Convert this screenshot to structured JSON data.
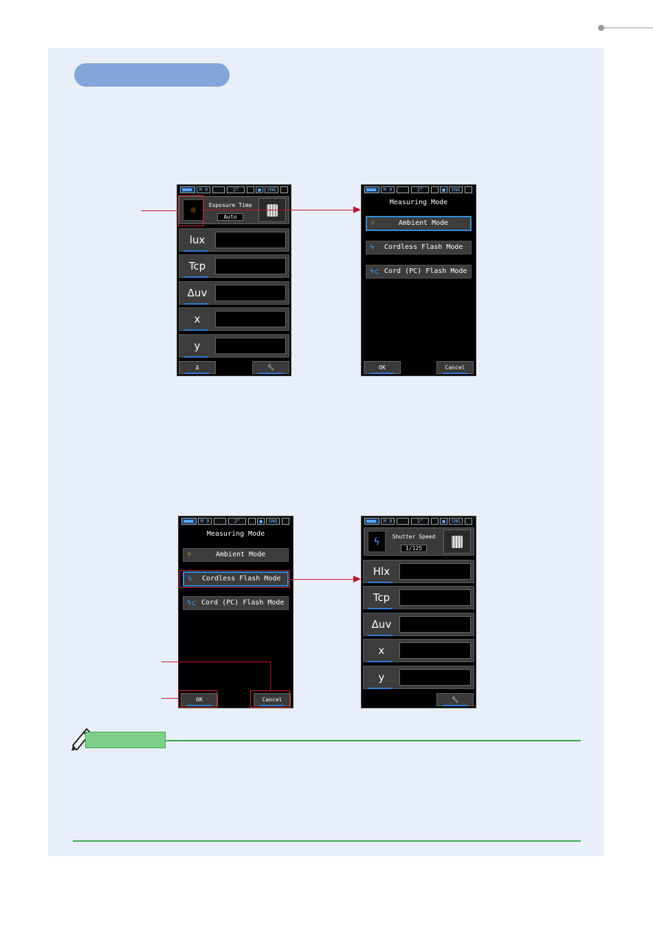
{
  "status_bar": {
    "memory": "M 0",
    "angle": "2°",
    "sync": "SNG"
  },
  "screen_ambient": {
    "param_label": "Exposure Time",
    "param_value": "Auto",
    "rows": [
      "lux",
      "Tcp",
      "Δuv",
      "x",
      "y"
    ],
    "bottom_left_icon": "Δ",
    "bottom_right_icon": "wrench-icon"
  },
  "screen_flash": {
    "param_label": "Shutter Speed",
    "param_value": "1/125",
    "rows": [
      "Hlx",
      "Tcp",
      "Δuv",
      "x",
      "y"
    ],
    "bottom_right_icon": "wrench-icon"
  },
  "measuring_menu": {
    "title": "Measuring Mode",
    "items": [
      "Ambient Mode",
      "Cordless Flash Mode",
      "Cord (PC) Flash Mode"
    ],
    "ok": "OK",
    "cancel": "Cancel"
  },
  "colors": {
    "panel_bg": "#e8eff8",
    "heading_pill": "#84a5d8",
    "callout_red": "#c8102e",
    "accent_blue": "#2f8fe0",
    "note_green": "#3aa84a"
  }
}
